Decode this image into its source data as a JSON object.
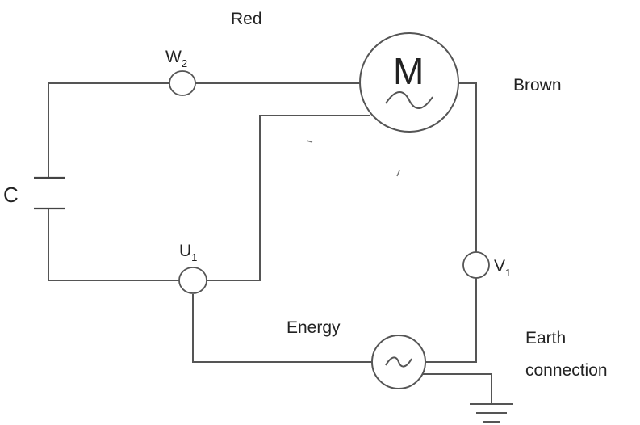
{
  "labels": {
    "red": "Red",
    "brown": "Brown",
    "energy": "Energy",
    "earth_line1": "Earth",
    "earth_line2": "connection",
    "capacitor": "C"
  },
  "terminals": {
    "w2": {
      "letter": "W",
      "subscript": "2"
    },
    "u1": {
      "letter": "U",
      "subscript": "1"
    },
    "v1": {
      "letter": "V",
      "subscript": "1"
    }
  },
  "motor": {
    "letter": "M"
  },
  "icons": {
    "motor": "motor-symbol-icon",
    "source": "ac-source-icon",
    "ground": "ground-icon",
    "capacitor": "capacitor-icon"
  }
}
